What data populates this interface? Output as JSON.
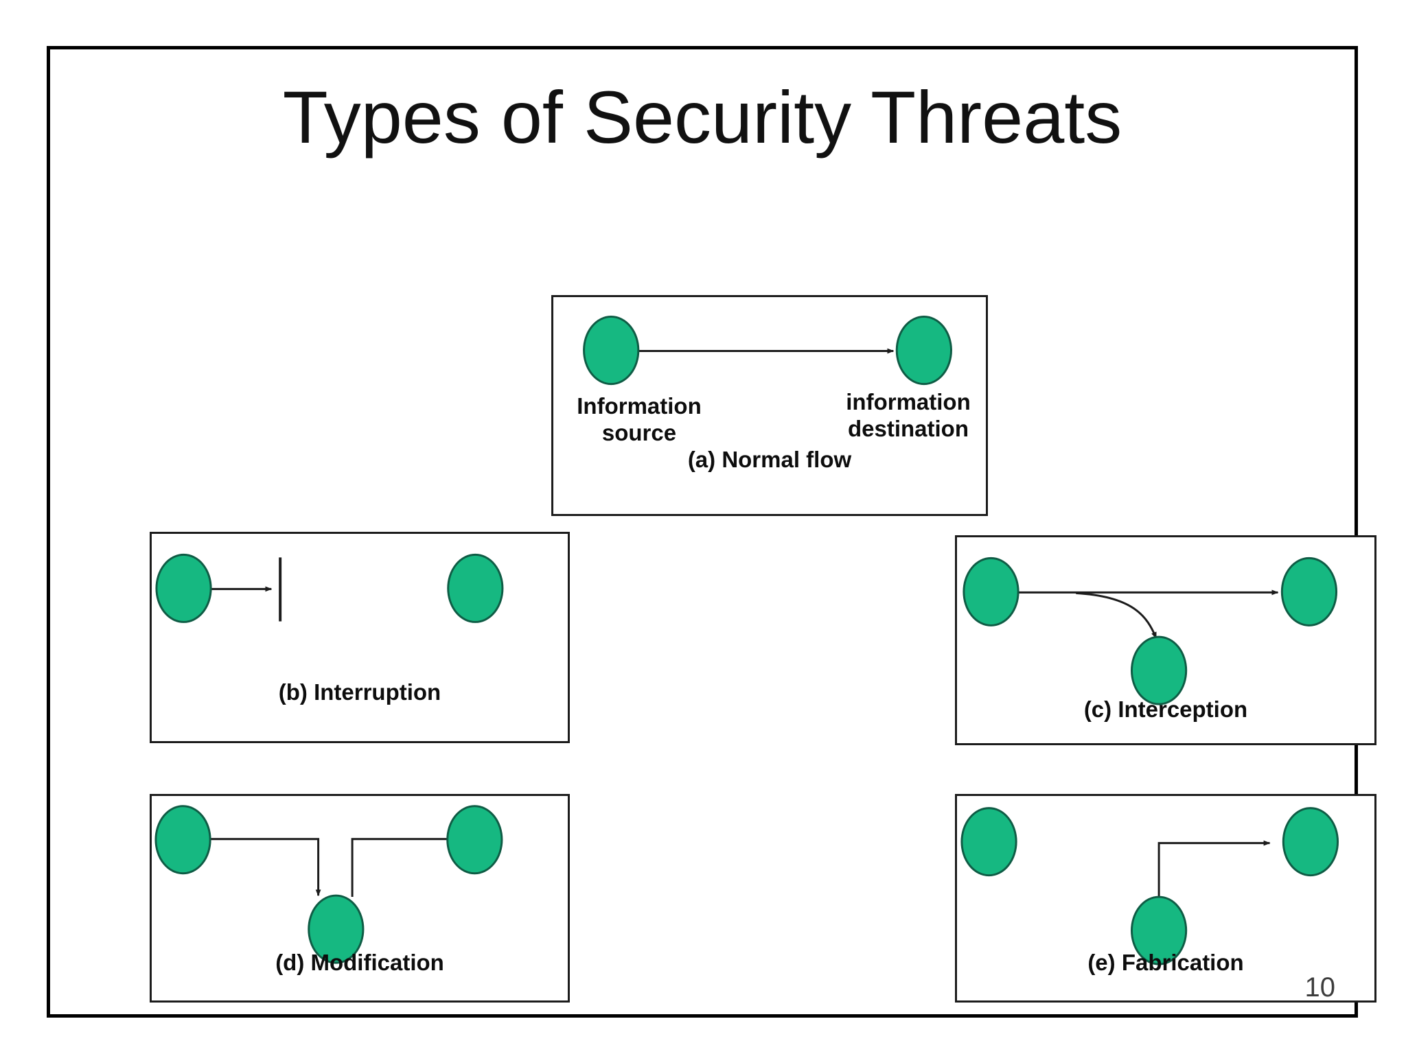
{
  "slide": {
    "title": "Types of Security Threats",
    "page_number": "10",
    "accent_color": "#16b881",
    "node_outline_color": "#0f5c45",
    "line_color": "#1c1c1c",
    "background": "#ffffff"
  },
  "panels": {
    "a": {
      "caption": "(a) Normal flow",
      "source_label": "Information\nsource",
      "source_label_line1": "Information",
      "source_label_line2": "source",
      "destination_label_line1": "information",
      "destination_label_line2": "destination",
      "nodes": [
        "information-source",
        "information-destination"
      ],
      "flow": "source -> destination (direct arrow)"
    },
    "b": {
      "caption": "(b) Interruption",
      "nodes": [
        "source",
        "destination"
      ],
      "flow": "source -> blocked at barrier; destination unreached"
    },
    "c": {
      "caption": "(c) Interception",
      "nodes": [
        "source",
        "destination",
        "attacker"
      ],
      "flow": "source -> destination, with curved branch arrow to attacker"
    },
    "d": {
      "caption": "(d) Modification",
      "nodes": [
        "source",
        "destination",
        "attacker"
      ],
      "flow": "source -> attacker -> destination"
    },
    "e": {
      "caption": "(e) Fabrication",
      "nodes": [
        "source",
        "destination",
        "attacker"
      ],
      "flow": "attacker -> destination; source not involved"
    }
  }
}
